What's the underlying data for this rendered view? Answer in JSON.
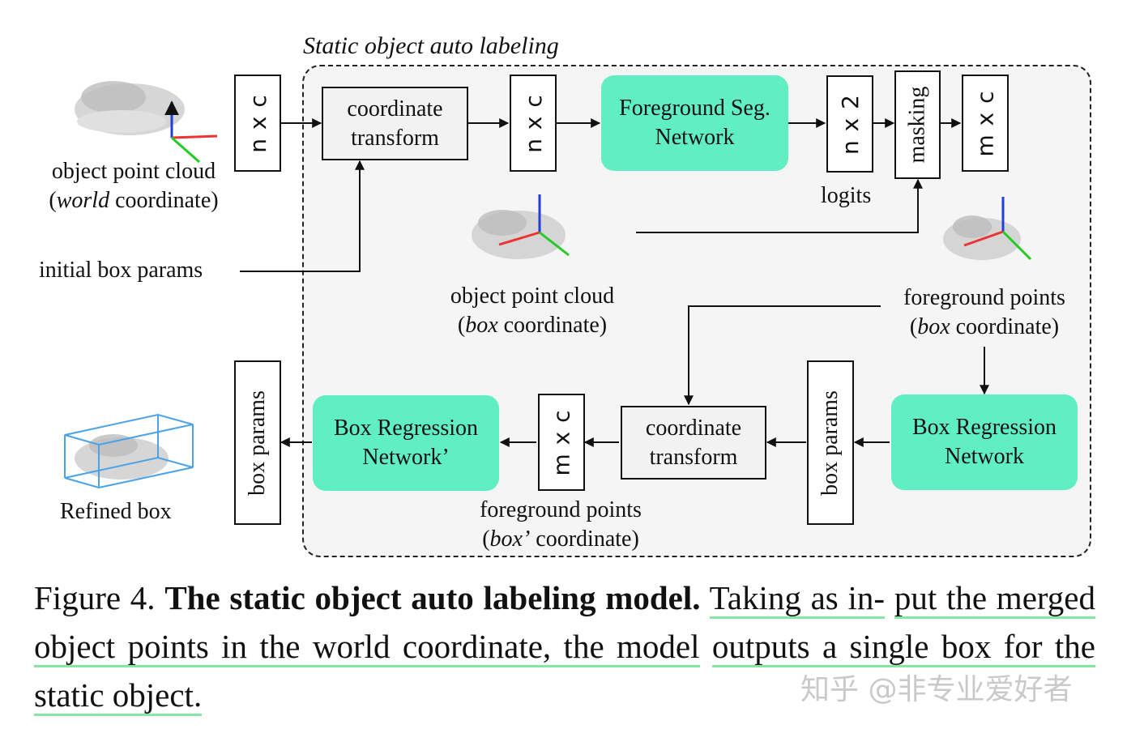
{
  "region_title": "Static object auto labeling",
  "inputs": {
    "point_cloud_world": {
      "line1": "object point cloud",
      "line2_italic": "world",
      "line2_rest": " coordinate)",
      "line2_open": "("
    },
    "initial_box_params": "initial box params"
  },
  "blocks": {
    "nxc_input": "n x c",
    "coord_transform_1": "coordinate\ntransform",
    "nxc_transformed": "n x c",
    "fg_seg_network": "Foreground Seg.\nNetwork",
    "nx2_logits": "n x 2",
    "masking": "masking",
    "mxc_masked": "m x c",
    "box_regression_network": "Box Regression\nNetwork",
    "box_params_mid": "box params",
    "coord_transform_2": "coordinate\ntransform",
    "mxc_box2": "m x c",
    "box_regression_network_prime": "Box Regression\nNetwork’",
    "box_params_out": "box params"
  },
  "labels": {
    "logits": "logits",
    "point_cloud_box": {
      "line1": "object point cloud",
      "open": "(",
      "italic": "box",
      "rest": " coordinate)"
    },
    "foreground_points_box": {
      "line1": "foreground points",
      "open": "(",
      "italic": "box",
      "rest": " coordinate)"
    },
    "foreground_points_box_prime": {
      "line1": "foreground points",
      "open": "(",
      "italic": "box’",
      "rest": " coordinate)"
    },
    "refined_box": "Refined box"
  },
  "caption": {
    "prefix": "Figure 4. ",
    "bold": "The static object auto labeling model.",
    "underlined_1": "Taking as in-",
    "underlined_2": "put the merged object points in the world coordinate, the model",
    "underlined_3": "outputs a single box for the static object."
  },
  "watermark": "知乎 @非专业爱好者",
  "colors": {
    "network_fill": "#5fefc3",
    "region_fill": "#f5f5f5",
    "underline": "#86e8a0"
  }
}
